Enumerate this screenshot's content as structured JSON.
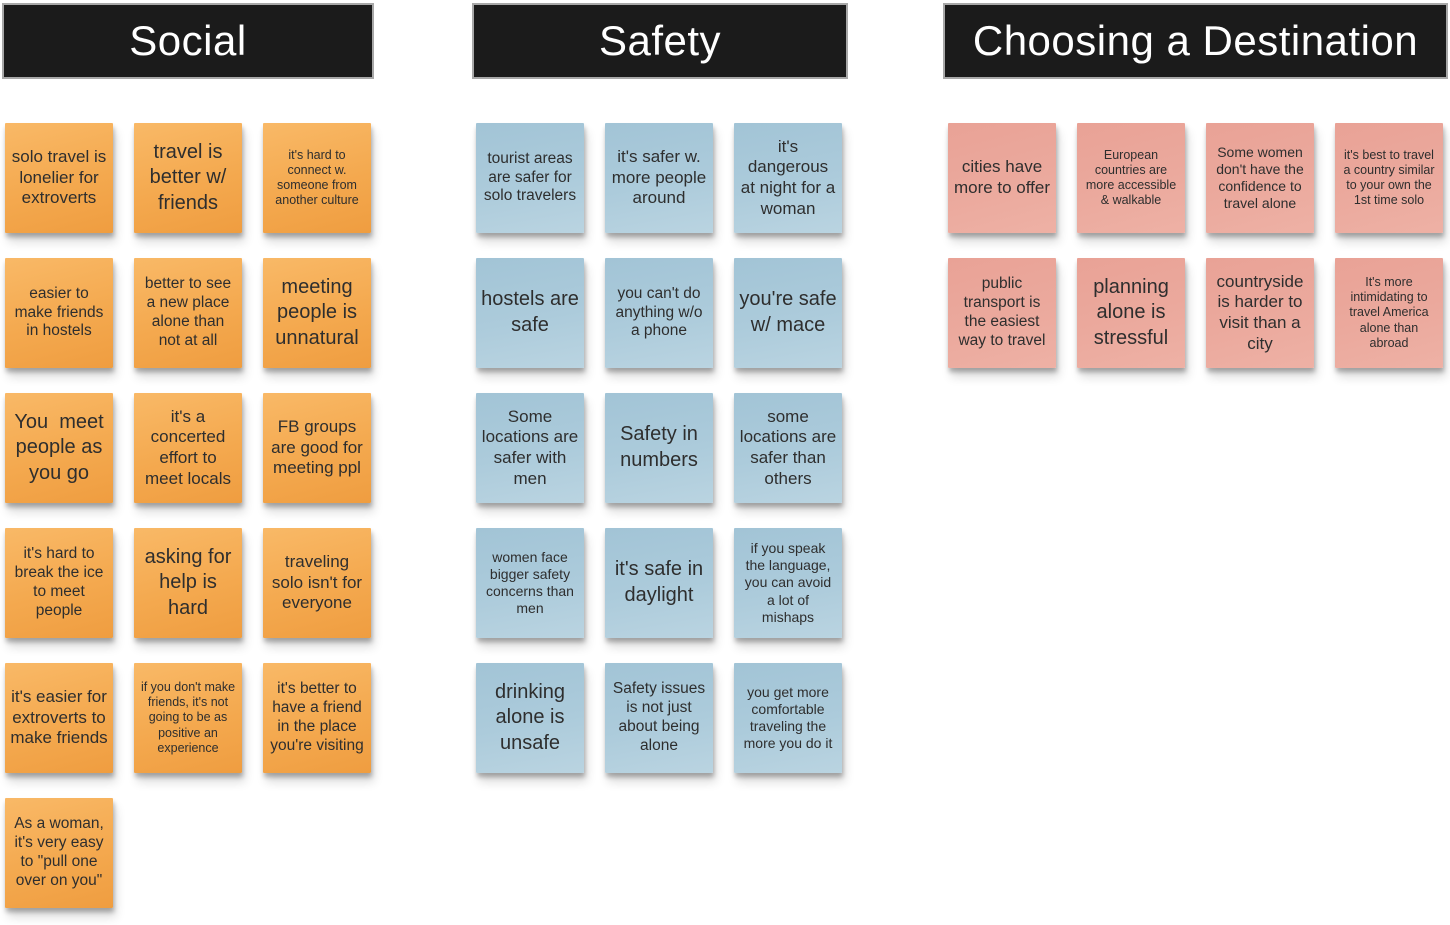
{
  "palette": {
    "background": "#ffffff",
    "header_bg": "#1b1b1b",
    "header_border": "#a8a8a8",
    "header_text": "#ffffff",
    "note_text": "#2e2e2e",
    "orange_note": "#f4a94f",
    "blue_note": "#accbdb",
    "pink_note": "#eba99d"
  },
  "columns": [
    {
      "title": "Social",
      "note_style": "orange",
      "note_color": "#f4a94f",
      "notes": [
        {
          "text": "solo travel is lonelier for extroverts",
          "size": "l"
        },
        {
          "text": "travel is better w/ friends",
          "size": "xl"
        },
        {
          "text": "it's hard to connect w. someone from another culture",
          "size": "s"
        },
        {
          "text": "easier to make friends in hostels",
          "size": "m"
        },
        {
          "text": "better to see a new place alone than not at all",
          "size": "m"
        },
        {
          "text": "meeting people is unnatural",
          "size": "xl"
        },
        {
          "text": "You  meet people as you go",
          "size": "xl"
        },
        {
          "text": "it's a concerted effort to meet locals",
          "size": "l"
        },
        {
          "text": "FB groups are good for meeting ppl",
          "size": "l"
        },
        {
          "text": "it's hard to break the ice to meet people",
          "size": "m"
        },
        {
          "text": "asking for help is hard",
          "size": "xl"
        },
        {
          "text": "traveling solo isn't for everyone",
          "size": "l"
        },
        {
          "text": "it's easier for extroverts to make friends",
          "size": "l"
        },
        {
          "text": "if you don't make friends, it's not going to be as positive an experience",
          "size": "s"
        },
        {
          "text": "it's better to have a friend in the place you're visiting",
          "size": "m"
        },
        {
          "text": "As a woman, it's very easy to \"pull one over on you\"",
          "size": "m"
        }
      ]
    },
    {
      "title": "Safety",
      "note_style": "blue",
      "note_color": "#accbdb",
      "notes": [
        {
          "text": "tourist areas are safer for solo travelers",
          "size": "m"
        },
        {
          "text": "it's safer w. more people around",
          "size": "l"
        },
        {
          "text": "it's dangerous at night for a woman",
          "size": "l"
        },
        {
          "text": "hostels are safe",
          "size": "xl"
        },
        {
          "text": "you can't do anything w/o a phone",
          "size": "m"
        },
        {
          "text": "you're safe w/ mace",
          "size": "xl"
        },
        {
          "text": "Some locations are safer with men",
          "size": "l"
        },
        {
          "text": "Safety in numbers",
          "size": "xl"
        },
        {
          "text": "some locations are safer than others",
          "size": "l"
        },
        {
          "text": "women face bigger safety concerns than men",
          "size": "sm"
        },
        {
          "text": "it's safe in daylight",
          "size": "xl"
        },
        {
          "text": "if you speak the language, you can avoid a lot of mishaps",
          "size": "sm"
        },
        {
          "text": "drinking alone is unsafe",
          "size": "xl"
        },
        {
          "text": "Safety issues is not just about being alone",
          "size": "m"
        },
        {
          "text": "you get more comfortable traveling the more you do it",
          "size": "sm"
        }
      ]
    },
    {
      "title": "Choosing a Destination",
      "note_style": "pink",
      "note_color": "#eba99d",
      "notes": [
        {
          "text": "cities have more to offer",
          "size": "l"
        },
        {
          "text": "European countries are more accessible & walkable",
          "size": "s"
        },
        {
          "text": "Some women don't have the confidence to travel alone",
          "size": "sm"
        },
        {
          "text": "it's best to travel a country similar to your own the 1st time solo",
          "size": "s"
        },
        {
          "text": "public transport is the easiest way to travel",
          "size": "m"
        },
        {
          "text": "planning alone is stressful",
          "size": "xl"
        },
        {
          "text": "countryside is harder to visit than a city",
          "size": "l"
        },
        {
          "text": "It's more intimidating to travel America alone than abroad",
          "size": "s"
        }
      ]
    }
  ]
}
